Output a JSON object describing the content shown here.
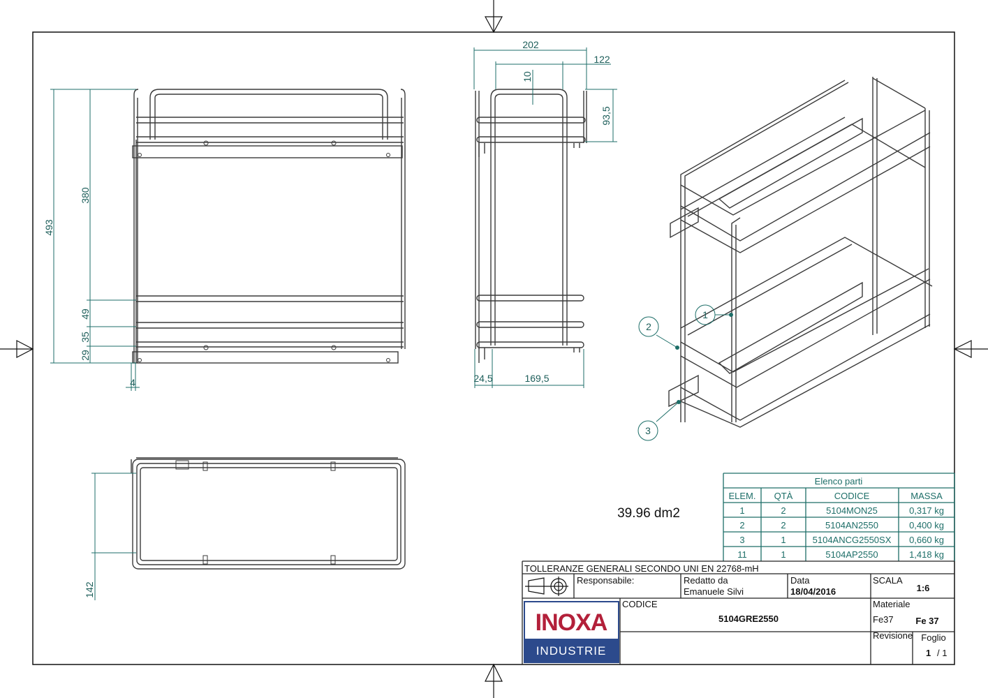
{
  "area_note": "39.96 dm2",
  "dimensions": {
    "front": {
      "overall_height": "493",
      "upper": "380",
      "d49": "49",
      "d35": "35",
      "d29": "29",
      "d4": "4"
    },
    "side": {
      "width": "202",
      "d122": "122",
      "d10": "10",
      "d93": "93,5",
      "d24": "24,5",
      "d169": "169,5"
    },
    "top": {
      "d142": "142"
    }
  },
  "balloons": [
    "1",
    "2",
    "3"
  ],
  "parts_list": {
    "title": "Elenco parti",
    "headers": [
      "ELEM.",
      "QTÀ",
      "CODICE",
      "MASSA"
    ],
    "rows": [
      [
        "1",
        "2",
        "5104MON25",
        "0,317 kg"
      ],
      [
        "2",
        "2",
        "5104AN2550",
        "0,400 kg"
      ],
      [
        "3",
        "1",
        "5104ANCG2550SX",
        "0,660 kg"
      ],
      [
        "11",
        "1",
        "5104AP2550",
        "1,418 kg"
      ]
    ]
  },
  "title_block": {
    "tolerances": "TOLLERANZE GENERALI SECONDO UNI EN 22768-mH",
    "responsabile_label": "Responsabile:",
    "redatto_label": "Redatto  da",
    "redatto_value": "Emanuele Silvi",
    "data_label": "Data",
    "data_value": "18/04/2016",
    "scala_label": "SCALA",
    "scala_value": "1:6",
    "codice_label": "CODICE",
    "codice_value": "5104GRE2550",
    "materiale_label": "Materiale",
    "materiale_value_small": "Fe37",
    "materiale_value": "Fe 37",
    "revisione_label": "Revisione",
    "foglio_label": "Foglio",
    "foglio_num": "1",
    "foglio_total": "/ 1",
    "logo_top": "INOXA",
    "logo_bottom": "INDUSTRIE"
  },
  "colors": {
    "dimension": "#1d6e68",
    "logo_red": "#b3203a",
    "logo_blue": "#2c4a8c"
  }
}
